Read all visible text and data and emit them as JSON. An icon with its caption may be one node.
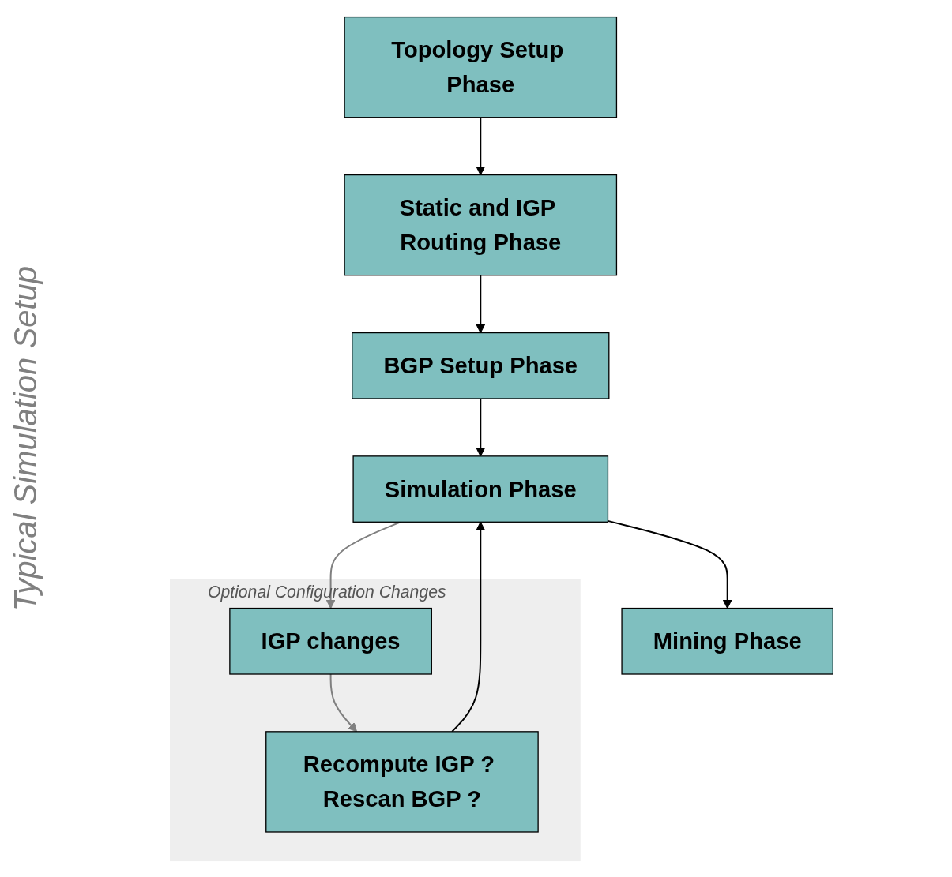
{
  "diagram": {
    "nodes": [
      {
        "text": [
          "Topology Setup Phase"
        ]
      },
      {
        "text": [
          "Static and IGP Routing Phase"
        ]
      },
      {
        "text": [
          "BGP Setup Phase"
        ]
      },
      {
        "text": [
          "Simulation Phase"
        ]
      },
      {
        "text": [
          "Mining Phase"
        ]
      },
      {
        "text": [
          "Optional Configuration Changes"
        ]
      },
      {
        "text": [
          "IGP changes"
        ],
        "in": 5
      },
      {
        "text": [
          "Recompute IGP ? Rescan BGP ?"
        ],
        "in": 5
      }
    ],
    "edges": [
      {
        "from": 0,
        "to": 1,
        "arrow": "to"
      },
      {
        "from": 1,
        "to": 2,
        "arrow": "to"
      },
      {
        "from": 2,
        "to": 3,
        "arrow": "to"
      },
      {
        "from": 3,
        "to": 4,
        "arrow": "to"
      },
      {
        "from": 3,
        "to": 6,
        "arrow": "to",
        "color": "#808080"
      },
      {
        "from": 6,
        "to": 7,
        "arrow": "to",
        "color": "#808080"
      },
      {
        "from": 7,
        "to": 3,
        "arrow": "to"
      }
    ],
    "labels": [
      "Typical Simulation Setup"
    ]
  }
}
